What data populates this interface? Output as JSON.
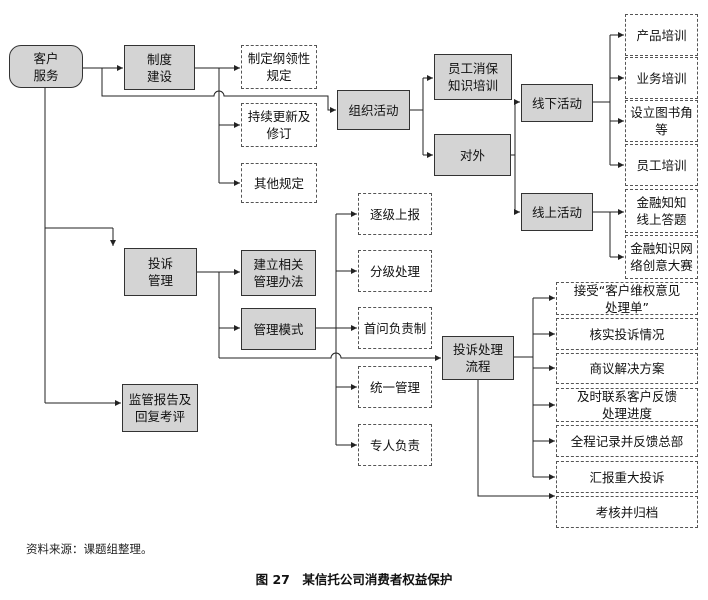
{
  "nodes": {
    "customer_service": "客户\n服务",
    "system_building": "制度\n建设",
    "formulate_rules": "制定纲领性\n规定",
    "continuous_update": "持续更新及\n修订",
    "other_rules": "其他规定",
    "organize_activities": "组织活动",
    "staff_training": "员工消保\n知识培训",
    "external": "对外",
    "offline_activities": "线下活动",
    "online_activities": "线上活动",
    "product_training": "产品培训",
    "business_training": "业务培训",
    "book_corner": "设立图书角\n等",
    "employee_training": "员工培训",
    "online_quiz": "金融知知\n线上答题",
    "creative_contest": "金融知识网\n络创意大赛",
    "complaint_management": "投诉\n管理",
    "management_measures": "建立相关\n管理办法",
    "management_mode": "管理模式",
    "escalate": "逐级上报",
    "tiered_handling": "分级处理",
    "first_inquiry": "首问负责制",
    "unified_management": "统一管理",
    "dedicated_person": "专人负责",
    "complaint_process": "投诉处理\n流程",
    "accept_form": "接受“客户维权意见\n处理单”",
    "verify_complaint": "核实投诉情况",
    "discuss_solution": "商议解决方案",
    "contact_progress": "及时联系客户反馈\n处理进度",
    "record_feedback": "全程记录并反馈总部",
    "report_major": "汇报重大投诉",
    "assess_archive": "考核并归档",
    "regulatory_report": "监管报告及\n回复考评"
  },
  "footnote": "资料来源：课题组整理。",
  "caption": "图 27　某信托公司消费者权益保护"
}
